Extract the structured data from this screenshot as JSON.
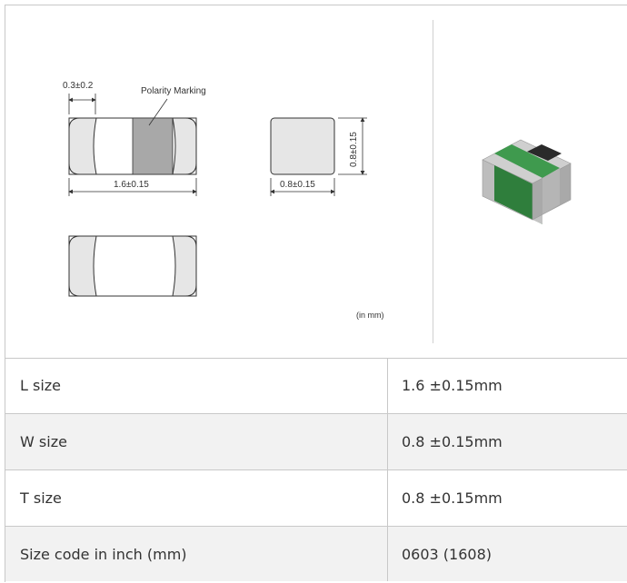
{
  "drawing": {
    "terminal_width_label": "0.3±0.2",
    "polarity_label": "Polarity Marking",
    "length_label": "1.6±0.15",
    "width_label": "0.8±0.15",
    "height_label": "0.8±0.15",
    "unit_note": "(in mm)"
  },
  "specs": [
    {
      "label": "L size",
      "value": "1.6 ±0.15mm"
    },
    {
      "label": "W size",
      "value": "0.8 ±0.15mm"
    },
    {
      "label": "T size",
      "value": "0.8 ±0.15mm"
    },
    {
      "label": "Size code in inch (mm)",
      "value": "0603 (1608)"
    }
  ],
  "colors": {
    "terminal_fill": "#e6e6e6",
    "polarity_band": "#a8a8a8",
    "chip_body_green": "#3f9a4e",
    "chip_marking_dark": "#2a2a2a"
  }
}
